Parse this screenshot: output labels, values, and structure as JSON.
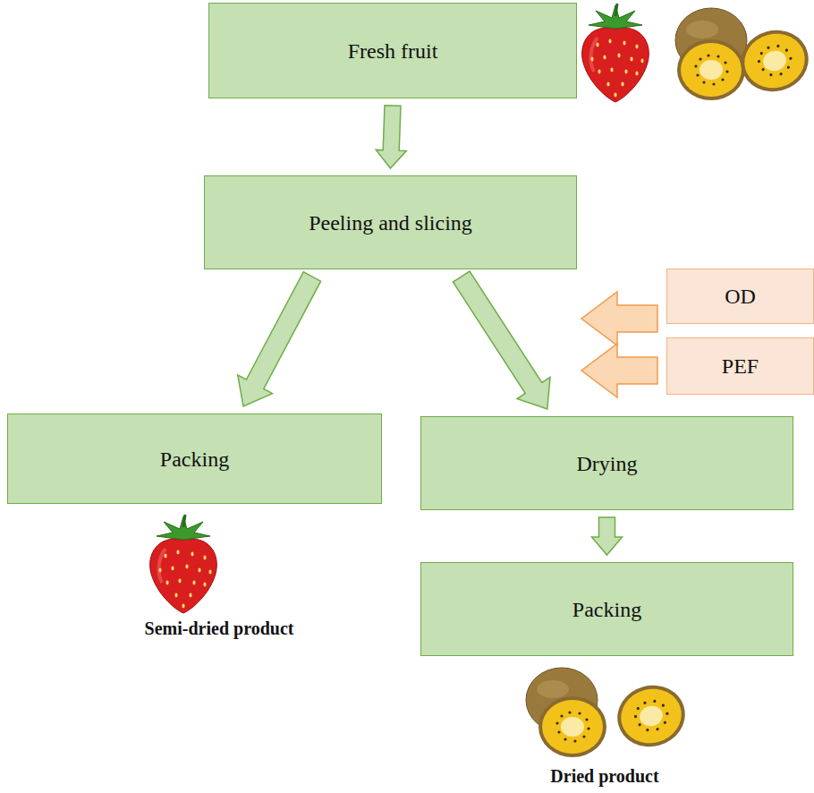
{
  "diagram": {
    "nodes": [
      {
        "text": [
          "Fresh fruit"
        ]
      },
      {
        "text": [
          "Peeling and slicing"
        ]
      },
      {
        "text": [
          "Packing"
        ]
      },
      {
        "text": [
          "Drying"
        ]
      },
      {
        "text": [
          "Packing"
        ]
      },
      {
        "text": [
          "OD"
        ]
      },
      {
        "text": [
          "PEF"
        ]
      }
    ],
    "edges": [
      {
        "from": 0,
        "to": 1,
        "arrow": "to"
      },
      {
        "from": 1,
        "to": 2,
        "arrow": "to"
      },
      {
        "from": 1,
        "to": 3,
        "arrow": "to"
      },
      {
        "from": 3,
        "to": 4,
        "arrow": "to"
      }
    ],
    "labels": [
      "Semi-dried product",
      "Dried product"
    ]
  }
}
